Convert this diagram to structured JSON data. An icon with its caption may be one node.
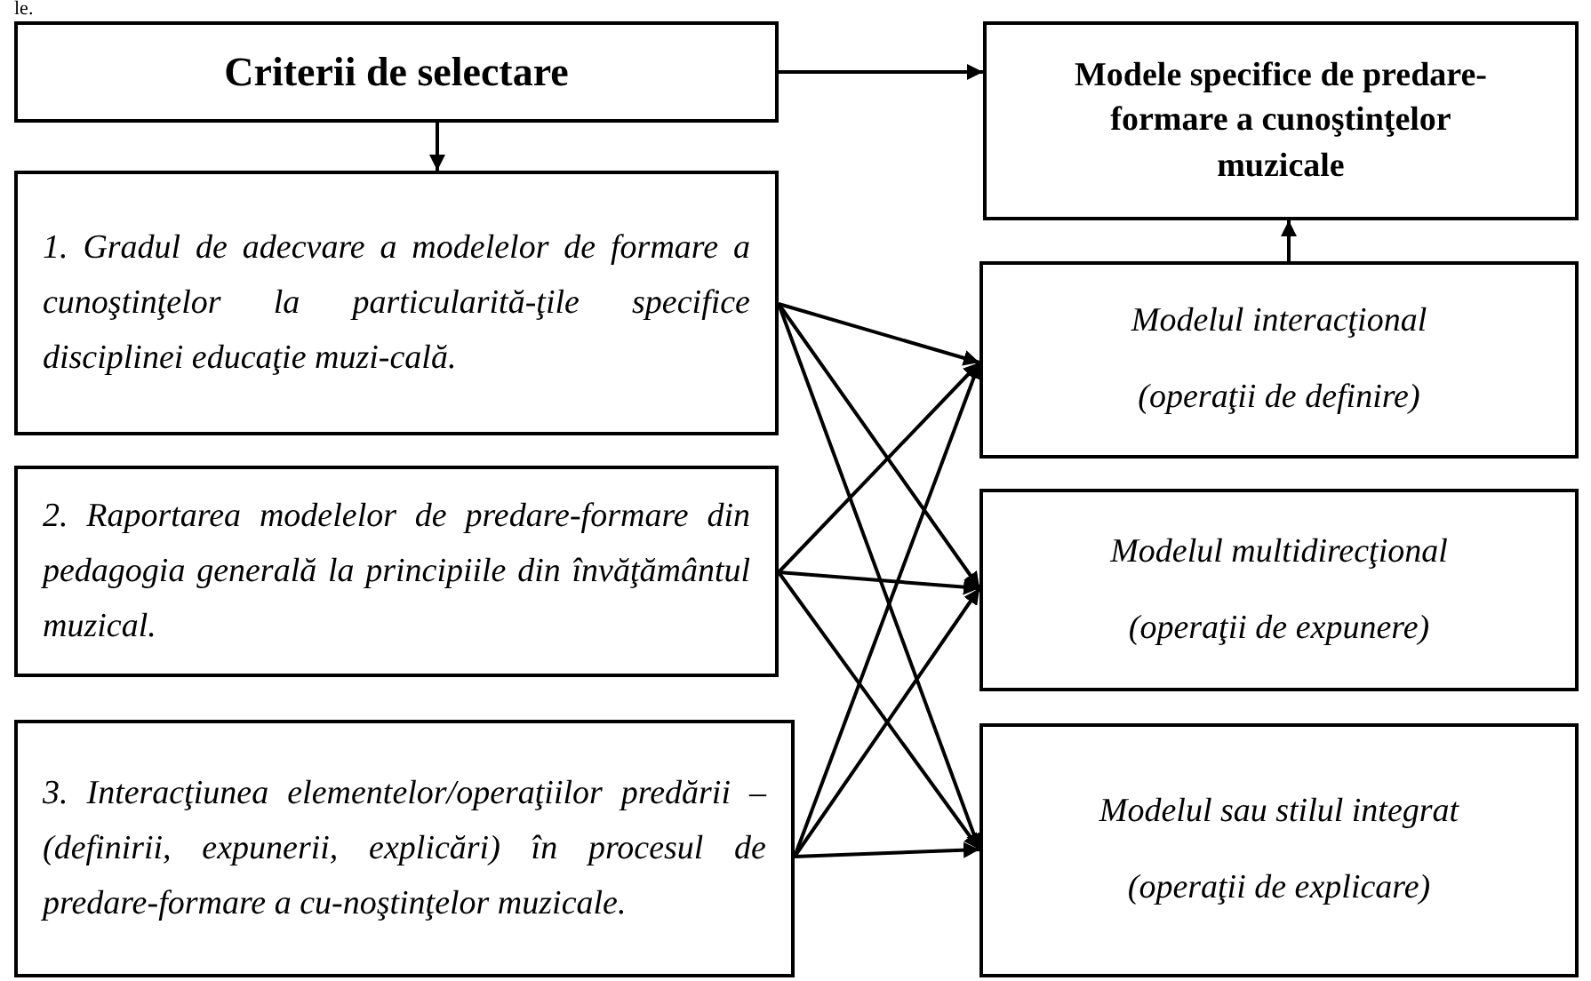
{
  "diagram": {
    "nodes": [
      {
        "text": [
          "Criterii de selectare"
        ]
      },
      {
        "text": [
          "Modele specifice de predare-formare a cunoştinţelor muzicale"
        ]
      },
      {
        "text": [
          "1. Gradul de adecvare a modelelor de formare a cunoştinţelor la particularită-ţile specifice disciplinei educaţie muzi-cală."
        ]
      },
      {
        "text": [
          "2. Raportarea modelelor de predare-formare din pedagogia generală la principiile din învăţământul muzical."
        ]
      },
      {
        "text": [
          "3. Interacţiunea elementelor/operaţiilor predării – (definirii, expunerii, explicări) în procesul de predare-formare a cu-noştinţelor muzicale."
        ]
      },
      {
        "text": [
          "Modelul interacţional",
          "(operaţii de definire)"
        ]
      },
      {
        "text": [
          "Modelul multidirecţional",
          "(operaţii de expunere)"
        ]
      },
      {
        "text": [
          "Modelul sau stilul integrat",
          "(operaţii de explicare)"
        ]
      }
    ],
    "edges": [
      {
        "from": 0,
        "to": 1,
        "arrow": "to"
      },
      {
        "from": 0,
        "to": 2,
        "arrow": "to"
      },
      {
        "from": 2,
        "to": 5,
        "arrow": "to"
      },
      {
        "from": 2,
        "to": 6,
        "arrow": "to"
      },
      {
        "from": 2,
        "to": 7,
        "arrow": "to"
      },
      {
        "from": 3,
        "to": 5,
        "arrow": "to"
      },
      {
        "from": 3,
        "to": 6,
        "arrow": "to"
      },
      {
        "from": 3,
        "to": 7,
        "arrow": "to"
      },
      {
        "from": 4,
        "to": 5,
        "arrow": "to"
      },
      {
        "from": 4,
        "to": 6,
        "arrow": "to"
      },
      {
        "from": 4,
        "to": 7,
        "arrow": "to"
      },
      {
        "from": 5,
        "to": 1,
        "arrow": "to"
      }
    ],
    "labels": [
      "le."
    ]
  }
}
